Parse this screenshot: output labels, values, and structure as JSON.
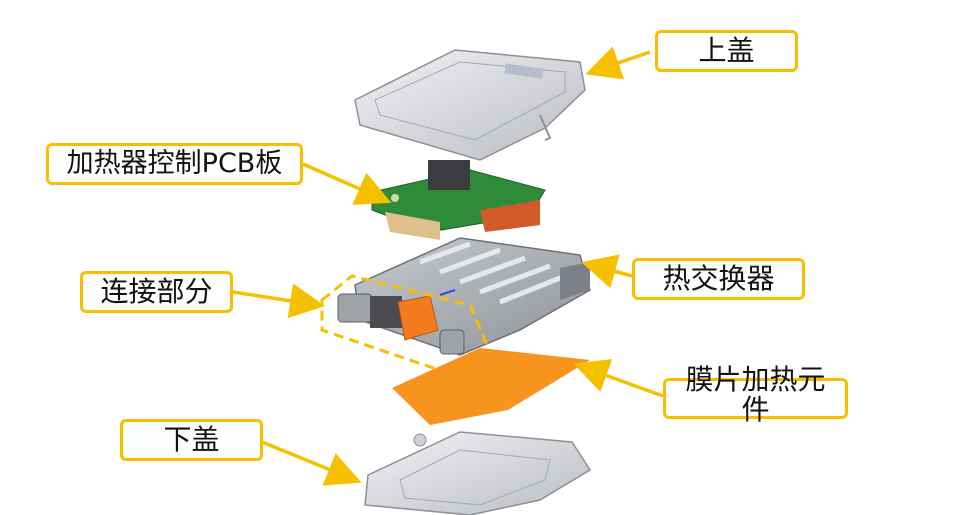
{
  "labels": {
    "top_cover": "上盖",
    "pcb_board": "加热器控制PCB板",
    "heat_exchanger": "热交换器",
    "connector_part": "连接部分",
    "film_heater": "膜片加热元件",
    "bottom_cover": "下盖"
  },
  "colors": {
    "callout_border": "#f5c000",
    "arrow": "#f5c000",
    "film": "#f7941d",
    "pcb": "#2e8b3a",
    "connector": "#f47b20",
    "metal": "#d6d8dc"
  }
}
